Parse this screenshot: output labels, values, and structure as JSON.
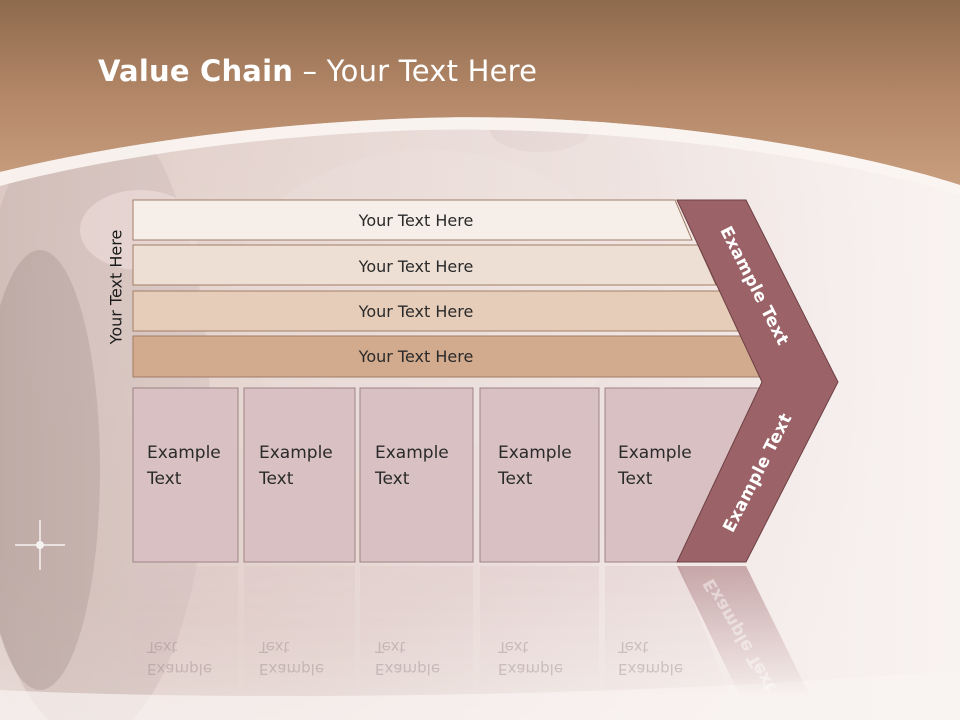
{
  "slide": {
    "title_bold": "Value Chain",
    "title_rest": " – Your Text Here",
    "vertical_label": "Your Text Here",
    "bands": [
      "Your Text Here",
      "Your Text Here",
      "Your Text Here",
      "Your Text Here"
    ],
    "boxes": [
      {
        "line1": "Example",
        "line2": "Text"
      },
      {
        "line1": "Example",
        "line2": "Text"
      },
      {
        "line1": "Example",
        "line2": "Text"
      },
      {
        "line1": "Example",
        "line2": "Text"
      },
      {
        "line1": "Example",
        "line2": "Text"
      }
    ],
    "chevron_upper_label": "Example Text",
    "chevron_lower_label": "Example Text"
  },
  "colors": {
    "header": "#b98a64",
    "band1": "#f5eee9",
    "band2": "#eedfd4",
    "band3": "#e6cdb9",
    "band4": "#d2aa8d",
    "box_fill": "#d9c1c3",
    "chevron": "#9b6368"
  }
}
